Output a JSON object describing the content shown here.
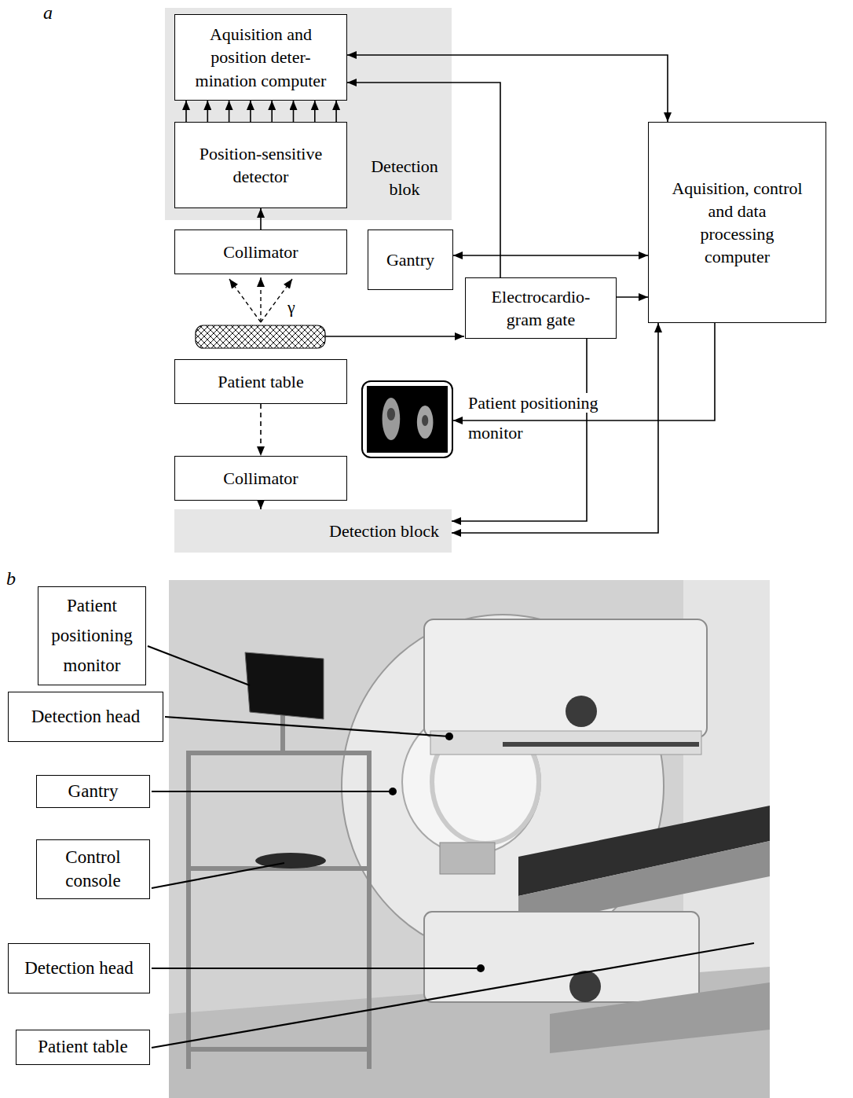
{
  "diagram": {
    "nodes": [
      {
        "text": [
          "Detection blok"
        ]
      },
      {
        "text": [
          "Aquisition and position deter- mination computer"
        ],
        "in": 0
      },
      {
        "text": [
          "Position-sensitive detector"
        ],
        "in": 0
      },
      {
        "text": [
          "Aquisition, control and data processing computer"
        ]
      },
      {
        "text": [
          "Collimator"
        ]
      },
      {
        "text": [
          "Gantry"
        ]
      },
      {
        "text": [
          "Electrocardio- gram gate"
        ]
      },
      {
        "text": [
          "Patient table"
        ]
      },
      {
        "text": [
          "Patient positioning monitor"
        ]
      },
      {
        "text": [
          "Collimator"
        ]
      },
      {
        "text": [
          "Detection block"
        ]
      },
      {
        "text": [
          "Patient positioning monitor"
        ]
      },
      {
        "text": [
          "Detection head"
        ]
      },
      {
        "text": [
          "Gantry"
        ]
      },
      {
        "text": [
          "Control console"
        ]
      },
      {
        "text": [
          "Detection head"
        ]
      },
      {
        "text": [
          "Patient table"
        ]
      }
    ],
    "edges": [
      {
        "from": 2,
        "to": 1,
        "arrow": "to"
      },
      {
        "from": 2,
        "to": 1,
        "arrow": "to"
      },
      {
        "from": 2,
        "to": 1,
        "arrow": "to"
      },
      {
        "from": 2,
        "to": 1,
        "arrow": "to"
      },
      {
        "from": 2,
        "to": 1,
        "arrow": "to"
      },
      {
        "from": 2,
        "to": 1,
        "arrow": "to"
      },
      {
        "from": 2,
        "to": 1,
        "arrow": "to"
      },
      {
        "from": 2,
        "to": 1,
        "arrow": "to"
      },
      {
        "from": 4,
        "to": 2,
        "arrow": "to"
      },
      {
        "from": 3,
        "to": 1,
        "arrow": "both"
      },
      {
        "from": 6,
        "to": 1,
        "arrow": "to"
      },
      {
        "from": 5,
        "to": 3,
        "arrow": "both"
      },
      {
        "from": 6,
        "to": 3,
        "arrow": "to"
      },
      {
        "from": 3,
        "to": 8,
        "arrow": "to"
      },
      {
        "from": 7,
        "to": 9,
        "arrow": "to"
      },
      {
        "from": 9,
        "to": 10,
        "arrow": "to"
      },
      {
        "from": 6,
        "to": 10,
        "arrow": "to"
      },
      {
        "from": 3,
        "to": 10,
        "arrow": "both"
      }
    ],
    "labels": [
      "a",
      "b",
      "γ"
    ]
  }
}
